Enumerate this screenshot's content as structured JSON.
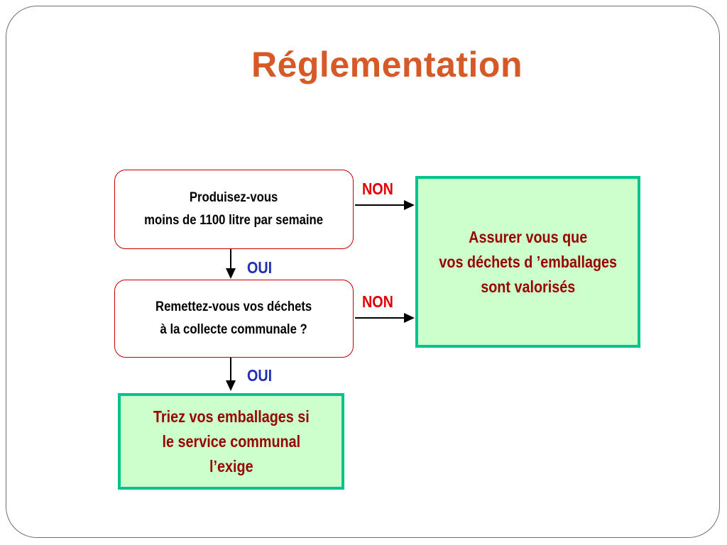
{
  "slide": {
    "title": "Réglementation"
  },
  "diagram": {
    "question1": {
      "line1": "Produisez-vous",
      "line2": "moins de 1100 litre par semaine"
    },
    "question2": {
      "line1": "Remettez-vous vos déchets",
      "line2": "à la collecte communale ?"
    },
    "result_right": {
      "line1": "Assurer vous que",
      "line2": "vos déchets d ’emballages",
      "line3": "sont valorisés"
    },
    "result_bottom": {
      "line1": "Triez vos emballages si",
      "line2": "le service communal",
      "line3": "l’exige"
    },
    "labels": {
      "no1": "NON",
      "no2": "NON",
      "yes1": "OUI",
      "yes2": "OUI"
    }
  },
  "colors": {
    "title": "#d65a28",
    "question_border": "#c00000",
    "result_border": "#00c48c",
    "result_fill": "#ccffcc",
    "result_text": "#990000",
    "no_label": "#e00000",
    "yes_label": "#1f2eb4",
    "arrow": "#000000"
  }
}
